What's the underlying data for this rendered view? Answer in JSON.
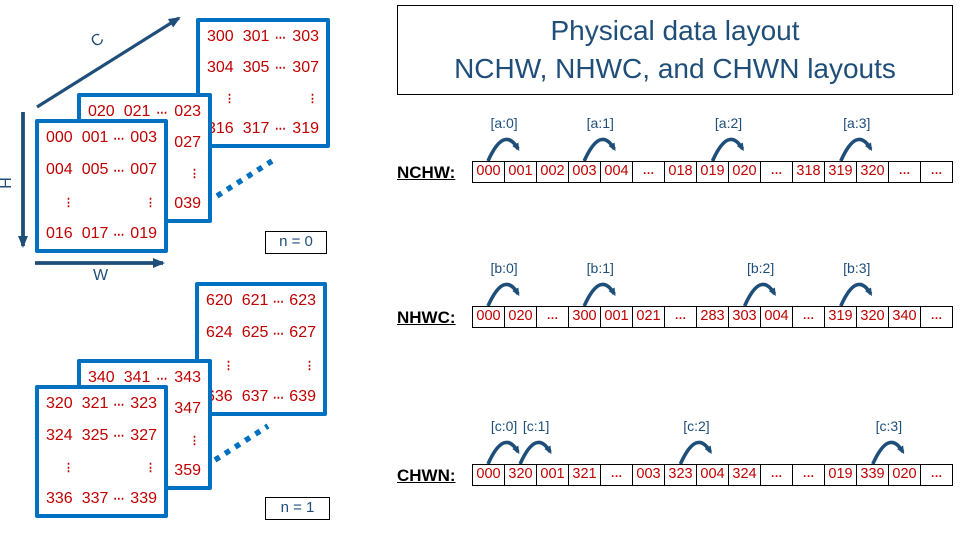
{
  "title": {
    "line1": "Physical data layout",
    "line2": "NCHW, NHWC, and CHWN layouts"
  },
  "colors": {
    "navy": "#1F4E79",
    "blue": "#0070C0",
    "red": "#C00000",
    "ink": "#000000"
  },
  "tensor_diagram": {
    "axis_labels": {
      "c": "C",
      "h": "H",
      "w": "W"
    },
    "stacks": [
      {
        "batch_label": "n = 0",
        "planes": [
          {
            "name": "back",
            "rows": [
              [
                "300",
                "301",
                "⋯",
                "303"
              ],
              [
                "304",
                "305",
                "⋯",
                "307"
              ],
              [
                "⋮",
                "",
                "",
                "⋮"
              ],
              [
                "316",
                "317",
                "⋯",
                "319"
              ]
            ]
          },
          {
            "name": "middle",
            "rows": [
              [
                "020",
                "021",
                "⋯",
                "023"
              ],
              [
                "",
                "",
                "",
                "027"
              ],
              [
                "",
                "",
                "",
                "⋮"
              ],
              [
                "",
                "",
                "",
                "039"
              ]
            ]
          },
          {
            "name": "front",
            "rows": [
              [
                "000",
                "001",
                "⋯",
                "003"
              ],
              [
                "004",
                "005",
                "⋯",
                "007"
              ],
              [
                "⋮",
                "",
                "",
                "⋮"
              ],
              [
                "016",
                "017",
                "⋯",
                "019"
              ]
            ]
          }
        ]
      },
      {
        "batch_label": "n = 1",
        "planes": [
          {
            "name": "back",
            "rows": [
              [
                "620",
                "621",
                "⋯",
                "623"
              ],
              [
                "624",
                "625",
                "⋯",
                "627"
              ],
              [
                "⋮",
                "",
                "",
                "⋮"
              ],
              [
                "636",
                "637",
                "⋯",
                "639"
              ]
            ]
          },
          {
            "name": "middle",
            "rows": [
              [
                "340",
                "341",
                "⋯",
                "343"
              ],
              [
                "",
                "",
                "",
                "347"
              ],
              [
                "",
                "",
                "",
                "⋮"
              ],
              [
                "",
                "",
                "",
                "359"
              ]
            ]
          },
          {
            "name": "front",
            "rows": [
              [
                "320",
                "321",
                "⋯",
                "323"
              ],
              [
                "324",
                "325",
                "⋯",
                "327"
              ],
              [
                "⋮",
                "",
                "",
                "⋮"
              ],
              [
                "336",
                "337",
                "⋯",
                "339"
              ]
            ]
          }
        ]
      }
    ]
  },
  "memory_rows": [
    {
      "name": "NCHW",
      "label": "NCHW:",
      "cells": [
        "000",
        "001",
        "002",
        "003",
        "004",
        "…",
        "018",
        "019",
        "020",
        "…",
        "318",
        "319",
        "320",
        "…",
        "…"
      ],
      "arcs": [
        {
          "label": "[a:0]",
          "from": 0,
          "to": 1
        },
        {
          "label": "[a:1]",
          "from": 3,
          "to": 4
        },
        {
          "label": "[a:2]",
          "from": 7,
          "to": 8
        },
        {
          "label": "[a:3]",
          "from": 11,
          "to": 12
        }
      ]
    },
    {
      "name": "NHWC",
      "label": "NHWC:",
      "cells": [
        "000",
        "020",
        "…",
        "300",
        "001",
        "021",
        "…",
        "283",
        "303",
        "004",
        "…",
        "319",
        "320",
        "340",
        "…"
      ],
      "arcs": [
        {
          "label": "[b:0]",
          "from": 0,
          "to": 1
        },
        {
          "label": "[b:1]",
          "from": 3,
          "to": 4
        },
        {
          "label": "[b:2]",
          "from": 8,
          "to": 9
        },
        {
          "label": "[b:3]",
          "from": 11,
          "to": 12
        }
      ]
    },
    {
      "name": "CHWN",
      "label": "CHWN:",
      "cells": [
        "000",
        "320",
        "001",
        "321",
        "…",
        "003",
        "323",
        "004",
        "324",
        "…",
        "…",
        "019",
        "339",
        "020",
        "…"
      ],
      "arcs": [
        {
          "label": "[c:0]",
          "from": 0,
          "to": 1
        },
        {
          "label": "[c:1]",
          "from": 1,
          "to": 2
        },
        {
          "label": "[c:2]",
          "from": 6,
          "to": 7
        },
        {
          "label": "[c:3]",
          "from": 12,
          "to": 13
        }
      ]
    }
  ]
}
